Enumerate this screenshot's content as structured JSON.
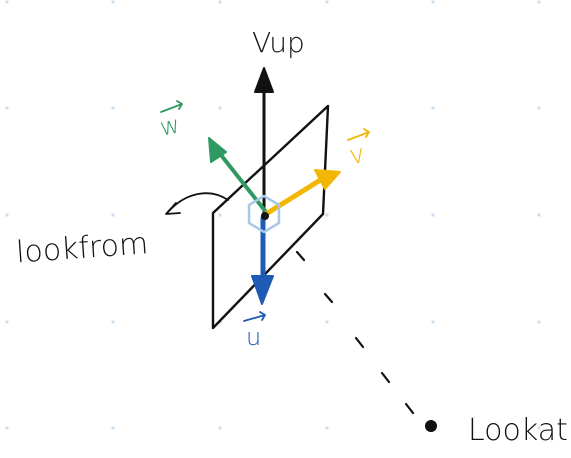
{
  "labels": {
    "vup": "Vup",
    "w": "w",
    "v": "v",
    "u": "u",
    "lookfrom": "lookfrom",
    "lookat": "Lookat"
  },
  "colors": {
    "ink": "#111111",
    "w_arrow": "#2e9a62",
    "v_arrow": "#f2b705",
    "u_arrow": "#1e5bb5",
    "origin_hexagon": "#a8c8ea",
    "grid_dot": "#c9dff2"
  }
}
